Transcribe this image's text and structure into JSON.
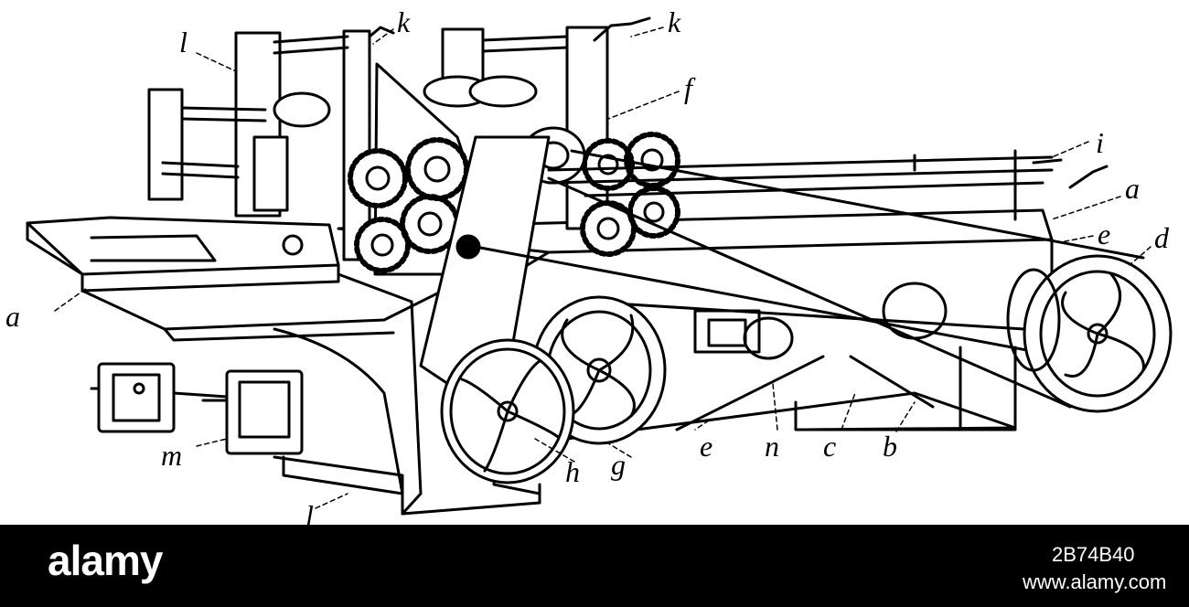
{
  "image": {
    "labels": {
      "l_top": "l",
      "k_left": "k",
      "k_right": "k",
      "f": "f",
      "i": "i",
      "a_right": "a",
      "e_right": "e",
      "d": "d",
      "a_left": "a",
      "m": "m",
      "l_bottom": "l",
      "h": "h",
      "g": "g",
      "e_bottom": "e",
      "n": "n",
      "c": "c",
      "b": "b"
    }
  },
  "watermark": {
    "brand": "alamy",
    "image_id": "2B74B40",
    "site": "www.alamy.com"
  },
  "colors": {
    "ink": "#000000",
    "paper": "#ffffff",
    "bar": "#000000"
  }
}
